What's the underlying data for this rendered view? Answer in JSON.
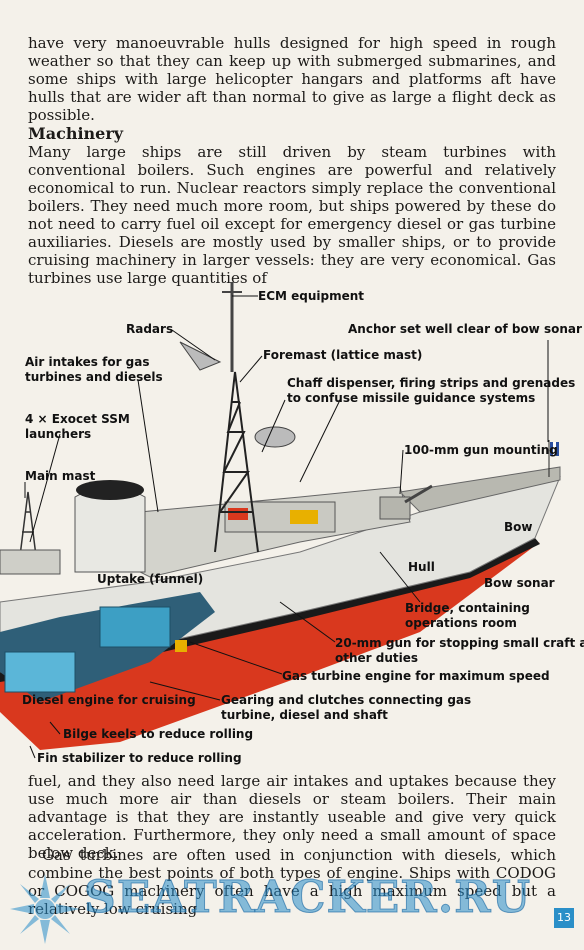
{
  "text": {
    "p1": "have very manoeuvrable hulls designed for high speed in rough weather so that they can keep up with submerged submarines, and some ships with large helicopter hangars and platforms aft have hulls that are wider aft than normal to give as large a flight deck as possible.",
    "heading": "Machinery",
    "p2": "Many large ships are still driven by steam turbines with conventional boilers. Such engines are powerful and relatively economical to run. Nuclear reactors simply replace the conventional boilers. They need much more room, but ships powered by these do not need to carry fuel oil except for emergency diesel or gas turbine auxiliaries. Diesels are mostly used by smaller ships, or to provide cruising machinery in larger vessels: they are very economical. Gas turbines use large quantities of",
    "p3": "fuel, and they also need large air intakes and uptakes because they use much more air than diesels or steam boilers. Their main advantage is that they are instantly useable and give very quick acceleration. Furthermore, they only need a small amount of space below deck.",
    "p4": "Gas turbines are often used in conjunction with diesels, which combine the best points of both types of engine. Ships with CODOG or COGOG machinery often have a high maximum speed but a relatively low cruising"
  },
  "labels": {
    "ecm": "ECM equipment",
    "radars": "Radars",
    "anchor": "Anchor set well clear of bow sonar",
    "air_intakes_1": "Air intakes for gas",
    "air_intakes_2": "turbines and diesels",
    "foremast": "Foremast (lattice mast)",
    "chaff_1": "Chaff dispenser, firing strips and grenades",
    "chaff_2": "to confuse missile guidance systems",
    "exocet_1": "4 × Exocet SSM",
    "exocet_2": "launchers",
    "gun100": "100-mm gun mounting",
    "mainmast": "Main mast",
    "bow": "Bow",
    "hull": "Hull",
    "uptake": "Uptake (funnel)",
    "bow_sonar": "Bow sonar",
    "bridge_1": "Bridge, containing",
    "bridge_2": "operations room",
    "gun20_1": "20-mm gun for stopping small craft and",
    "gun20_2": "other duties",
    "gas_turbine": "Gas turbine engine for maximum speed",
    "diesel": "Diesel engine for cruising",
    "gearing_1": "Gearing and clutches connecting gas",
    "gearing_2": "turbine, diesel and shaft",
    "bilge": "Bilge keels to reduce rolling",
    "fin": "Fin stabilizer to reduce rolling"
  },
  "watermark": "SEATRACKER.RU",
  "page_number": "13",
  "colors": {
    "hull_red": "#d9381e",
    "hull_black": "#1a1a1a",
    "superstructure": "#dcdcd6",
    "machinery": "#3d9fc4",
    "watermark": "#2a8fc8"
  }
}
